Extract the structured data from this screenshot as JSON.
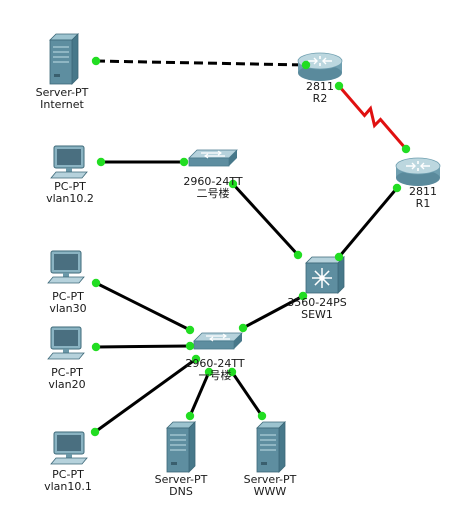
{
  "colors": {
    "link": "#000000",
    "serial_link": "#e01010",
    "port_up": "#22dd22",
    "device_body": "#5e8ea0",
    "device_light": "#9cc3cf",
    "screen": "#4a6f80"
  },
  "devices": [
    {
      "id": "server-internet",
      "type": "server",
      "icon": "server-icon",
      "line1": "Server-PT",
      "line2": "Internet"
    },
    {
      "id": "router-r2",
      "type": "router",
      "icon": "router-icon",
      "line1": "2811",
      "line2": "R2"
    },
    {
      "id": "router-r1",
      "type": "router",
      "icon": "router-icon",
      "line1": "2811",
      "line2": "R1"
    },
    {
      "id": "pc-vlan10-2",
      "type": "pc",
      "icon": "pc-icon",
      "line1": "PC-PT",
      "line2": "vlan10.2"
    },
    {
      "id": "switch-building2",
      "type": "switch",
      "icon": "switch-icon",
      "line1": "2960-24TT",
      "line2": "二号楼"
    },
    {
      "id": "multilayer-sew1",
      "type": "l3switch",
      "icon": "multilayer-switch-icon",
      "line1": "3560-24PS",
      "line2": "SEW1"
    },
    {
      "id": "pc-vlan30",
      "type": "pc",
      "icon": "pc-icon",
      "line1": "PC-PT",
      "line2": "vlan30"
    },
    {
      "id": "pc-vlan20",
      "type": "pc",
      "icon": "pc-icon",
      "line1": "PC-PT",
      "line2": "vlan20"
    },
    {
      "id": "switch-building1",
      "type": "switch",
      "icon": "switch-icon",
      "line1": "2960-24TT",
      "line2": "一号楼"
    },
    {
      "id": "pc-vlan10-1",
      "type": "pc",
      "icon": "pc-icon",
      "line1": "PC-PT",
      "line2": "vlan10.1"
    },
    {
      "id": "server-dns",
      "type": "server",
      "icon": "server-icon",
      "line1": "Server-PT",
      "line2": "DNS"
    },
    {
      "id": "server-www",
      "type": "server",
      "icon": "server-icon",
      "line1": "Server-PT",
      "line2": "WWW"
    }
  ],
  "links": [
    {
      "from": "server-internet",
      "to": "router-r2",
      "style": "dashed"
    },
    {
      "from": "router-r2",
      "to": "router-r1",
      "style": "serial"
    },
    {
      "from": "router-r1",
      "to": "multilayer-sew1",
      "style": "solid"
    },
    {
      "from": "pc-vlan10-2",
      "to": "switch-building2",
      "style": "solid"
    },
    {
      "from": "switch-building2",
      "to": "multilayer-sew1",
      "style": "solid"
    },
    {
      "from": "multilayer-sew1",
      "to": "switch-building1",
      "style": "solid"
    },
    {
      "from": "pc-vlan30",
      "to": "switch-building1",
      "style": "solid"
    },
    {
      "from": "pc-vlan20",
      "to": "switch-building1",
      "style": "solid"
    },
    {
      "from": "pc-vlan10-1",
      "to": "switch-building1",
      "style": "solid"
    },
    {
      "from": "server-dns",
      "to": "switch-building1",
      "style": "solid"
    },
    {
      "from": "server-www",
      "to": "switch-building1",
      "style": "solid"
    }
  ]
}
